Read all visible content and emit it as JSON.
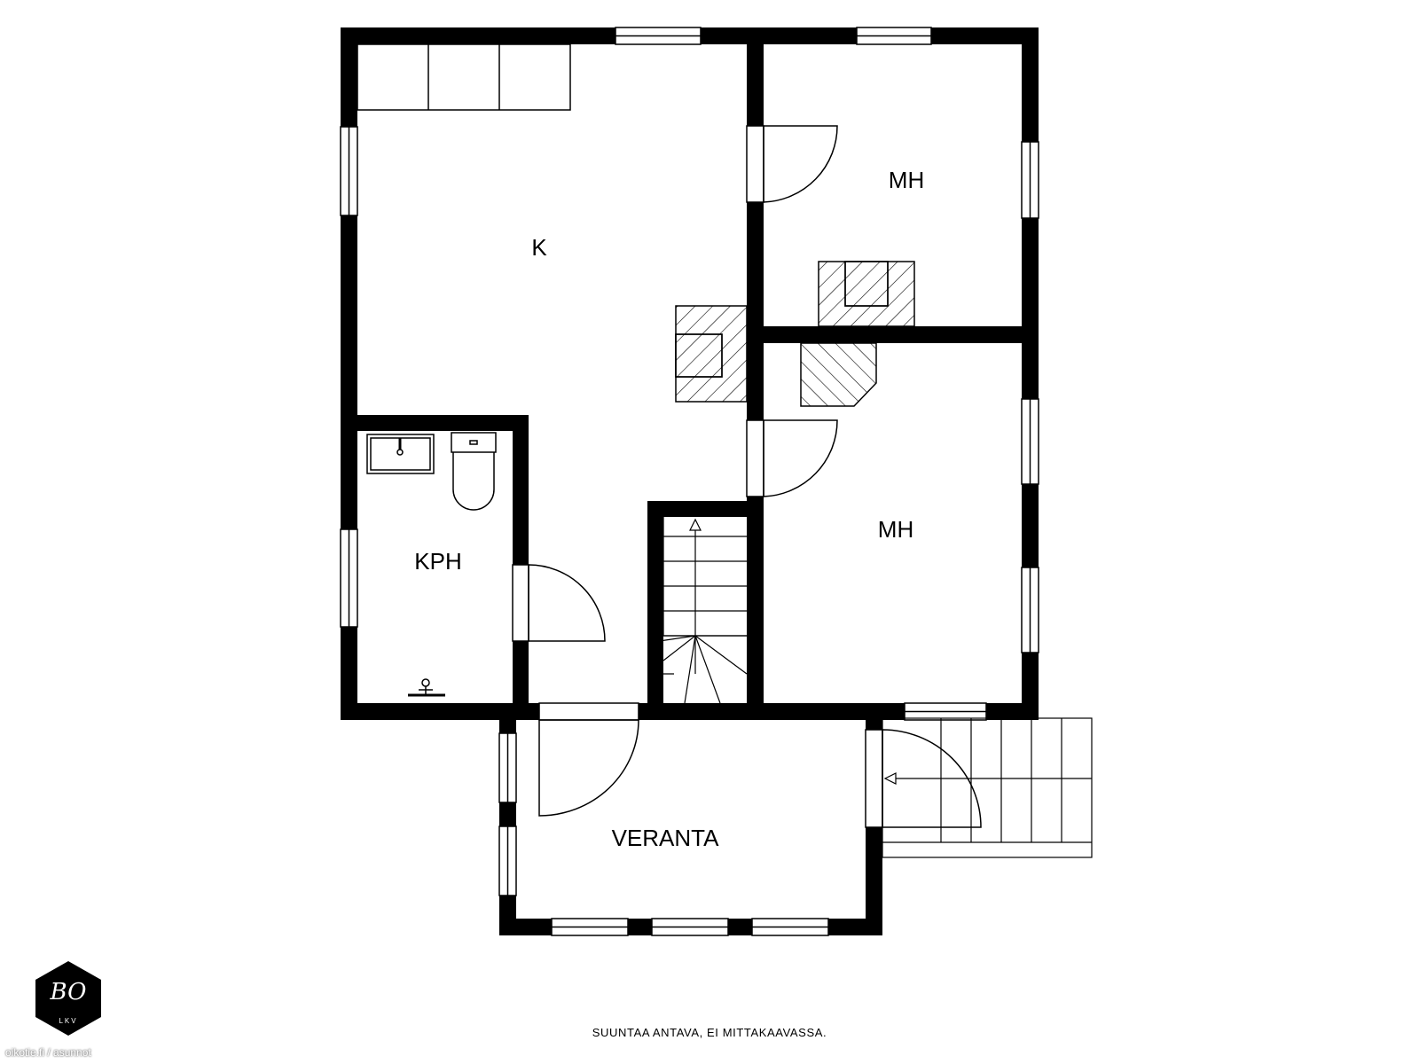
{
  "rooms": {
    "kitchen": "K",
    "bedroom_upper": "MH",
    "bedroom_lower": "MH",
    "bathroom": "KPH",
    "veranda": "VERANTA"
  },
  "disclaimer": "SUUNTAA ANTAVA, EI MITTAKAAVASSA.",
  "watermark": "oikotie.fi / asunnot",
  "logo": {
    "text": "LKV",
    "monogram": "BO"
  },
  "colors": {
    "wall": "#000000",
    "background": "#ffffff"
  }
}
